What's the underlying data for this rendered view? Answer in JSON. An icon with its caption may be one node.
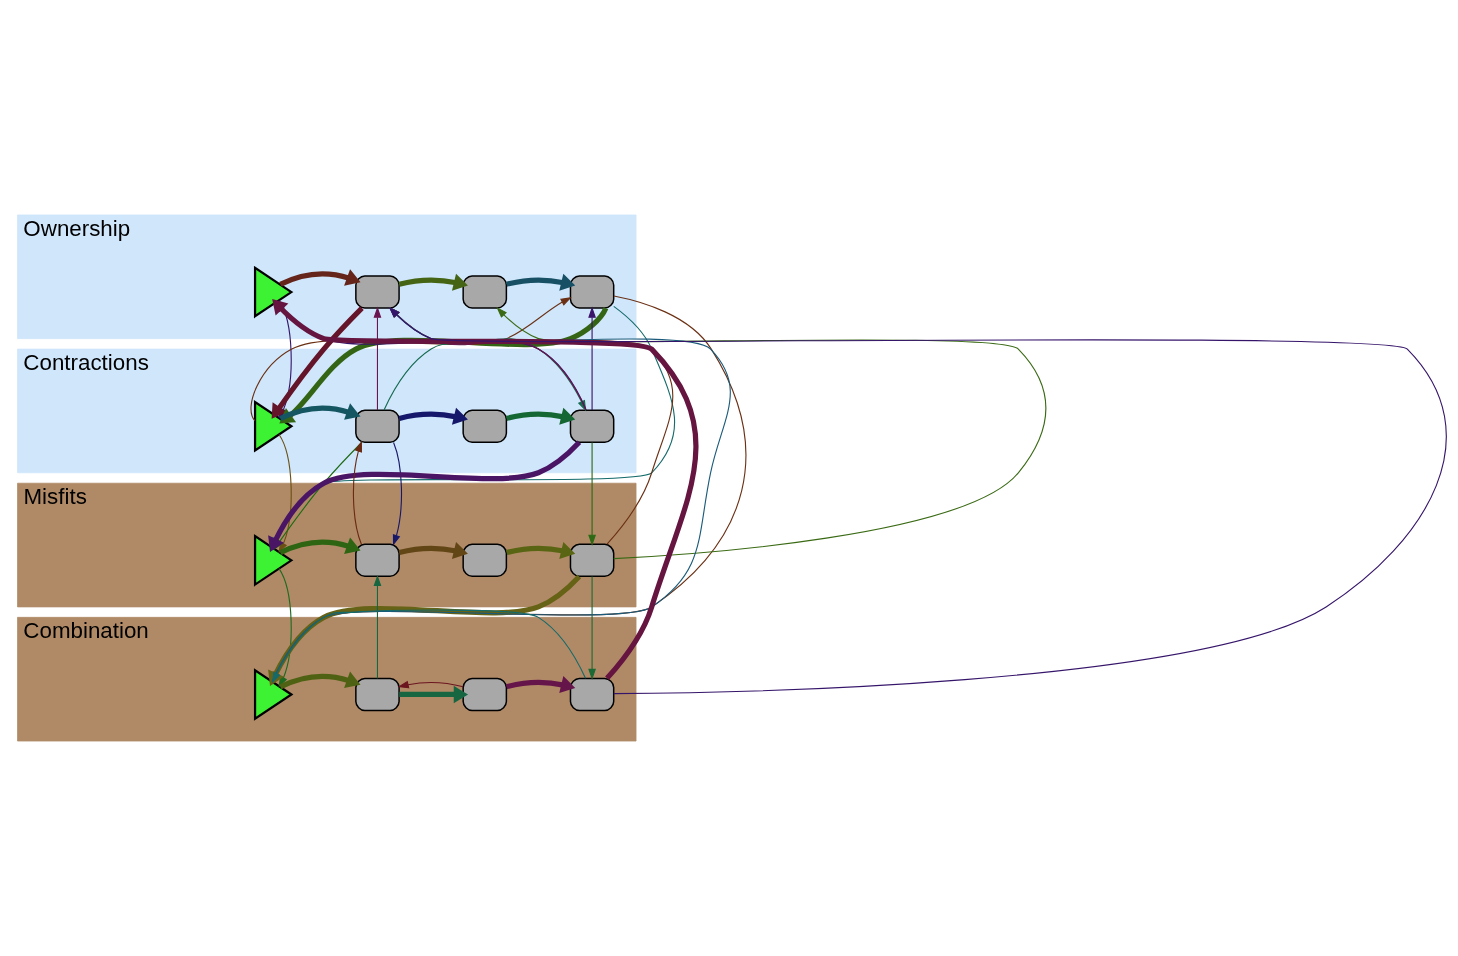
{
  "diagram": {
    "nodes": [
      {
        "text": [
          "Ownership"
        ]
      },
      {
        "text": [],
        "shape": "triangle",
        "in": 0
      },
      {
        "text": [],
        "shape": "lock",
        "in": 0
      },
      {
        "text": [],
        "shape": "lock",
        "in": 0
      },
      {
        "text": [],
        "shape": "lock",
        "in": 0
      },
      {
        "text": [
          "Contractions"
        ]
      },
      {
        "text": [],
        "shape": "triangle",
        "in": 5
      },
      {
        "text": [],
        "shape": "lock",
        "in": 5
      },
      {
        "text": [],
        "shape": "lock",
        "in": 5
      },
      {
        "text": [],
        "shape": "lock",
        "in": 5
      },
      {
        "text": [
          "Misfits"
        ]
      },
      {
        "text": [],
        "shape": "triangle",
        "in": 10
      },
      {
        "text": [],
        "shape": "lock",
        "in": 10
      },
      {
        "text": [],
        "shape": "lock",
        "in": 10
      },
      {
        "text": [],
        "shape": "lock",
        "in": 10
      },
      {
        "text": [
          "Combination"
        ]
      },
      {
        "text": [],
        "shape": "triangle",
        "in": 15
      },
      {
        "text": [],
        "shape": "lock",
        "in": 15
      },
      {
        "text": [],
        "shape": "lock",
        "in": 15
      },
      {
        "text": [],
        "shape": "lock",
        "in": 15
      }
    ],
    "edges": [
      {
        "from": 1,
        "to": 2,
        "arrow": "to",
        "style": "thick",
        "color": "#65251a"
      },
      {
        "from": 2,
        "to": 3,
        "arrow": "to",
        "style": "thick",
        "color": "#456514"
      },
      {
        "from": 3,
        "to": 4,
        "arrow": "to",
        "style": "thick",
        "color": "#175065"
      },
      {
        "from": 6,
        "to": 7,
        "arrow": "to",
        "style": "thick",
        "color": "#155663"
      },
      {
        "from": 7,
        "to": 8,
        "arrow": "to",
        "style": "thick",
        "color": "#15176a"
      },
      {
        "from": 8,
        "to": 9,
        "arrow": "to",
        "style": "thick",
        "color": "#146632"
      },
      {
        "from": 11,
        "to": 12,
        "arrow": "to",
        "style": "thick",
        "color": "#2d6512"
      },
      {
        "from": 12,
        "to": 13,
        "arrow": "to",
        "style": "thick",
        "color": "#634616"
      },
      {
        "from": 13,
        "to": 14,
        "arrow": "to",
        "style": "thick",
        "color": "#5a6514"
      },
      {
        "from": 16,
        "to": 17,
        "arrow": "to",
        "style": "thick",
        "color": "#4f6214"
      },
      {
        "from": 17,
        "to": 18,
        "arrow": "to",
        "style": "thick",
        "color": "#166741"
      },
      {
        "from": 18,
        "to": 19,
        "arrow": "to",
        "style": "thick",
        "color": "#65154a"
      },
      {
        "from": 2,
        "to": 6,
        "arrow": "to",
        "style": "thick",
        "color": "#65152a"
      },
      {
        "from": 4,
        "to": 6,
        "arrow": "to",
        "style": "thick",
        "color": "#336515"
      },
      {
        "from": 19,
        "to": 1,
        "arrow": "to",
        "style": "thick",
        "color": "#651540"
      },
      {
        "from": 9,
        "to": 11,
        "arrow": "to",
        "style": "thick",
        "color": "#4a1565"
      },
      {
        "from": 14,
        "to": 16,
        "arrow": "to",
        "style": "thick",
        "color": "#666216"
      },
      {
        "from": 1,
        "to": 6,
        "arrow": "to",
        "color": "#35156a"
      },
      {
        "from": 6,
        "to": 11,
        "arrow": "to",
        "color": "#6b5014"
      },
      {
        "from": 11,
        "to": 16,
        "arrow": "to",
        "color": "#1e6a20"
      },
      {
        "from": 7,
        "to": 2,
        "arrow": "to",
        "color": "#6b1550"
      },
      {
        "from": 12,
        "to": 7,
        "arrow": "to",
        "color": "#6b2a14"
      },
      {
        "from": 7,
        "to": 12,
        "arrow": "to",
        "color": "#18186a"
      },
      {
        "from": 17,
        "to": 12,
        "arrow": "to",
        "color": "#166741"
      },
      {
        "from": 9,
        "to": 4,
        "arrow": "to",
        "color": "#3a156a"
      },
      {
        "from": 9,
        "to": 14,
        "arrow": "to",
        "color": "#2d6a14"
      },
      {
        "from": 14,
        "to": 19,
        "arrow": "to",
        "color": "#1b6a36"
      },
      {
        "from": 9,
        "to": 1,
        "arrow": "to",
        "color": "#35156a"
      },
      {
        "from": 9,
        "to": 2,
        "arrow": "to",
        "color": "#6b1550"
      },
      {
        "from": 14,
        "to": 2,
        "arrow": "to",
        "color": "#6b3014"
      },
      {
        "from": 19,
        "to": 2,
        "arrow": "to",
        "color": "#35156a"
      },
      {
        "from": 6,
        "to": 4,
        "arrow": "to",
        "color": "#6b3014"
      },
      {
        "from": 4,
        "to": 11,
        "arrow": "to",
        "color": "#156a6a"
      },
      {
        "from": 4,
        "to": 16,
        "arrow": "to",
        "color": "#6b3014"
      },
      {
        "from": 7,
        "to": 11,
        "arrow": "to",
        "color": "#1e6a14"
      },
      {
        "from": 16,
        "to": 2,
        "arrow": "to",
        "color": "#1a5a7a"
      },
      {
        "from": 14,
        "to": 3,
        "arrow": "to",
        "color": "#3a6a14"
      },
      {
        "from": 19,
        "to": 16,
        "arrow": "to",
        "color": "#156a6a"
      },
      {
        "from": 18,
        "to": 17,
        "arrow": "to",
        "color": "#6b1520"
      },
      {
        "from": 7,
        "to": 9,
        "arrow": "to",
        "color": "#166a50"
      }
    ]
  }
}
